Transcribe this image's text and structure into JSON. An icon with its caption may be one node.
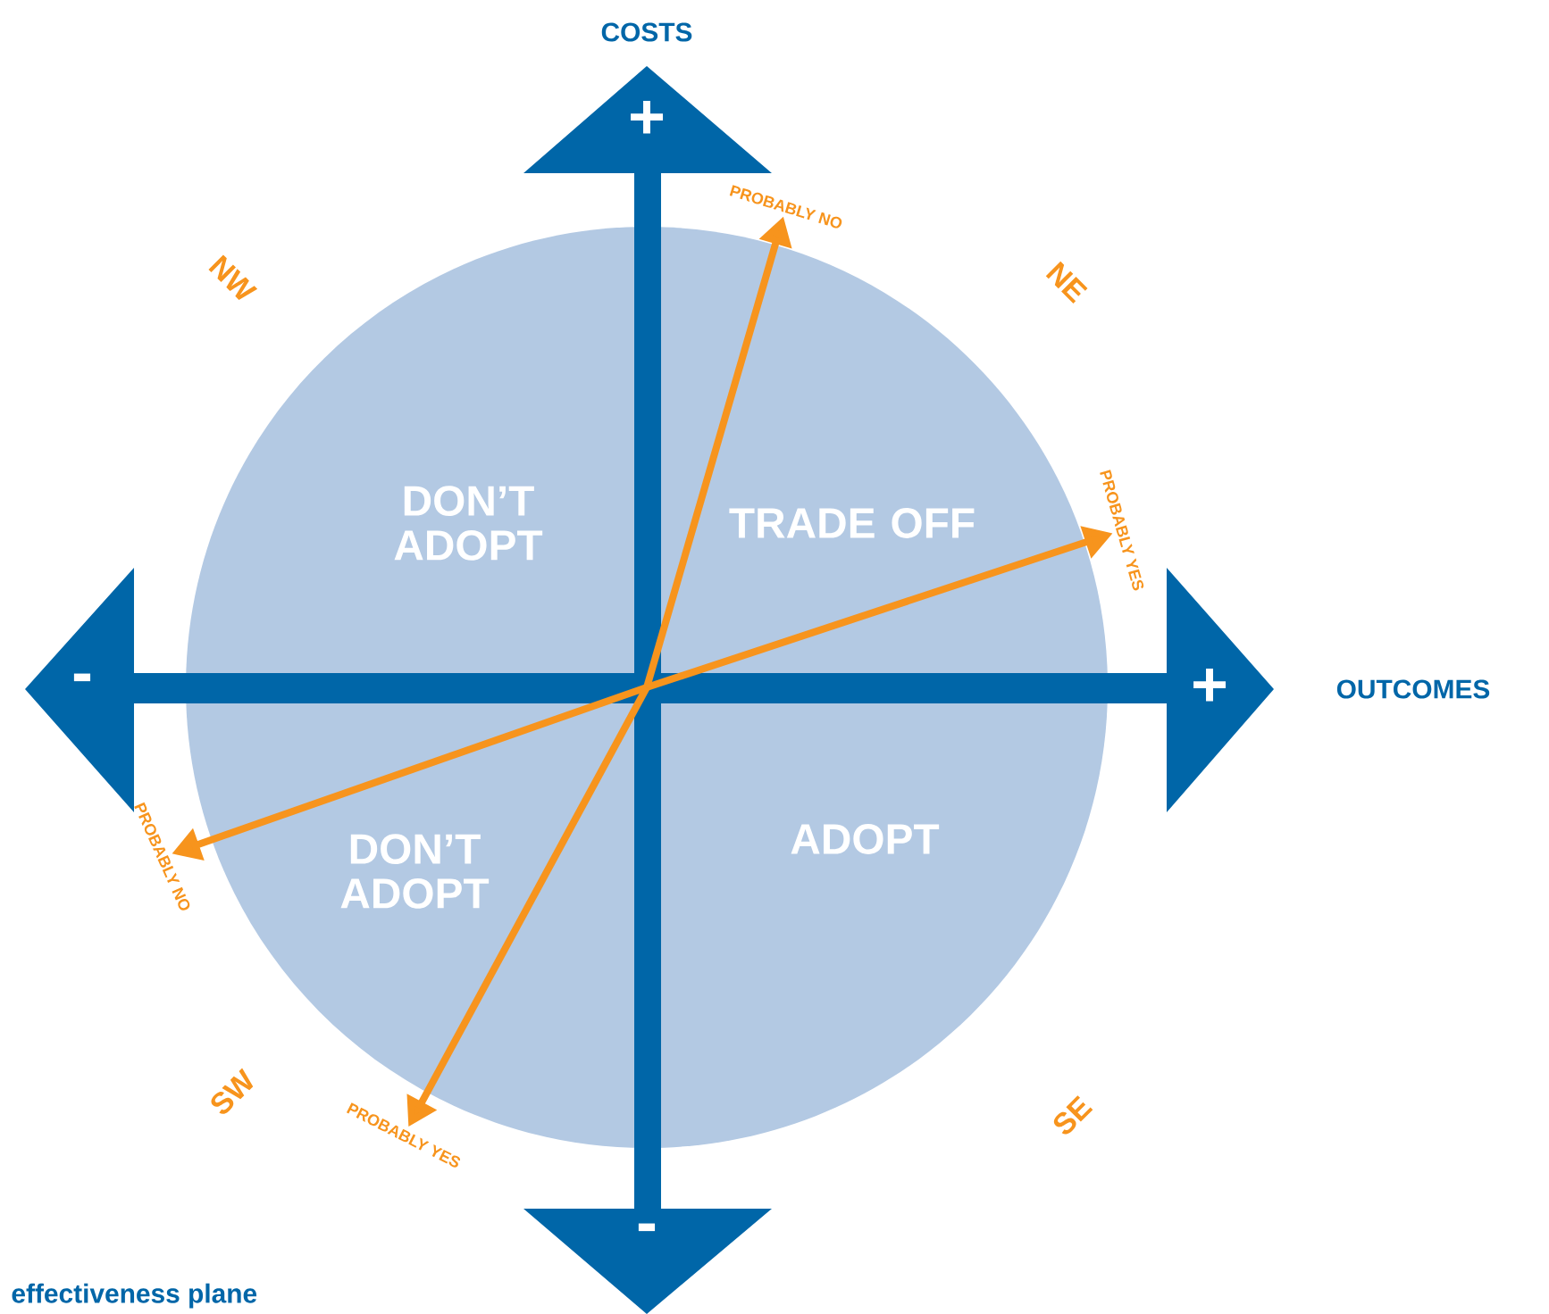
{
  "diagram": {
    "caption": "effectiveness plane",
    "nodes": [
      {
        "text": [
          "PROBABLY NO"
        ]
      },
      {
        "text": [
          "PROBABLY YES"
        ]
      },
      {
        "text": [
          "PROBABLY NO"
        ]
      },
      {
        "text": [
          "PROBABLY YES"
        ]
      }
    ],
    "edges": [
      {
        "from": null,
        "to": 0,
        "arrow": "to"
      },
      {
        "from": null,
        "to": 1,
        "arrow": "to"
      },
      {
        "from": null,
        "to": 2,
        "arrow": "to"
      },
      {
        "from": null,
        "to": 3,
        "arrow": "to"
      }
    ],
    "labels": [
      "COSTS",
      "+",
      "NW",
      "NE",
      "DON’T ADOPT",
      "TRADE OFF",
      "-",
      "+",
      "OUTCOMES",
      "DON’T ADOPT",
      "ADOPT",
      "SW",
      "SE",
      "-"
    ]
  }
}
